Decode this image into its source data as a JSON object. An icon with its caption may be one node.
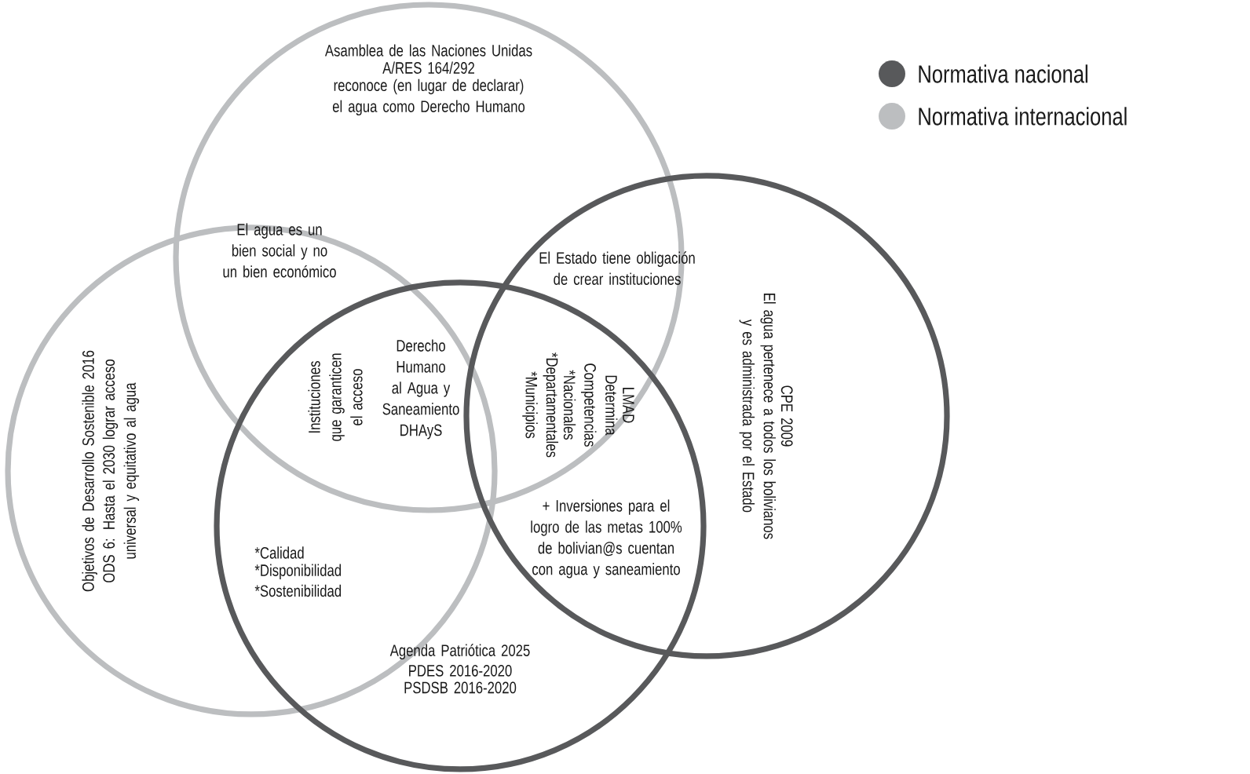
{
  "diagram": {
    "nodes": [
      {
        "text": [
          "Asamblea de las Naciones Unidas",
          "A/RES 164/292",
          "reconoce (en lugar de declarar) el agua como Derecho Humano"
        ]
      },
      {
        "text": [
          "Objetivos de Desarrollo Sostenible 2016",
          "ODS 6: Hasta el 2030 lograr acceso universal y equitativo al agua"
        ]
      },
      {
        "text": [
          "CPE 2009",
          "El agua pertenece a todos los bolivianos y es administrada por el Estado"
        ]
      },
      {
        "text": [
          "Agenda Patriótica 2025",
          "PDES 2016-2020",
          "PSDSB 2016-2020"
        ]
      }
    ],
    "edges": [],
    "labels": [
      "El agua es un bien social y no un bien económico",
      "El Estado tiene obligación de crear instituciones",
      "Instituciones que garanticen el acceso",
      "Derecho Humano al Agua y Saneamiento DHAyS",
      "LMAD",
      "Determina Competencias",
      "*Nacionales",
      "*Departamentales",
      "*Municipios",
      "*Calidad",
      "*Disponibilidad",
      "*Sostenibilidad",
      "+ Inversiones para el logro de las metas 100% de bolivian@s cuentan con agua y saneamiento"
    ],
    "legend": [
      {
        "text": "Normativa nacional",
        "color": "#58595b"
      },
      {
        "text": "Normativa internacional",
        "color": "#bcbec0"
      }
    ]
  }
}
